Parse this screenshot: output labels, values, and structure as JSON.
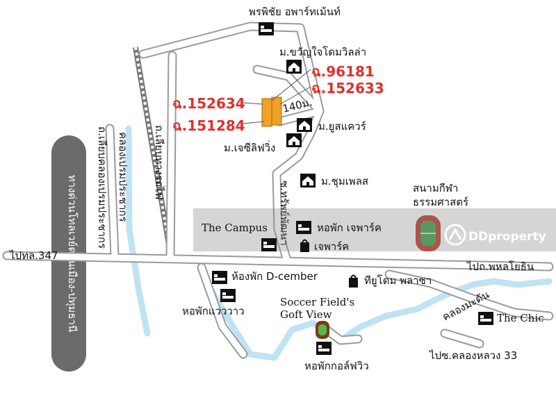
{
  "map": {
    "labels": {
      "apartment_top": "พรพิชัย อพาร์ทเม้นท์",
      "village_kwanjai": "ม.ขวัญใจโดมวิลล่า",
      "village_us_square": "ม.ยูสแควร์",
      "village_jc_living": "ม.เจซีลิฟวิ่ง",
      "village_chum_place": "ม.ชุมเพลส",
      "stadium": "สนามกีฬา",
      "stadium_line2": "ธรรมศาสตร์",
      "the_campus": "The Campus",
      "dorm_jpark": "หอพัก เจพาร์ค",
      "jpark": "เจพาร์ค",
      "to_tl347": "ไปทล.347",
      "to_phahonyothin": "ไปถ.พหลโยธิน",
      "room_dcember": "ห้องพัก D-cember",
      "tiyudome_plaza": "ทียูโดม พลาซา",
      "dorm_waewwaw": "หอพักแวววาว",
      "soccer_field": "Soccer Field's",
      "soccer_field_line2": "Goft View",
      "dorm_golf_view": "หอพักกอล์ฟวิว",
      "khlong_ma_dan": "คลองมะดัน",
      "the_chic": "The Chic",
      "to_khlong_luang_33": "ไปซ.คลองหลวง 33",
      "khlong_prem": "คลองเปรมประชากร",
      "road_khlong_prem": "ถ.เลียบคลองเปรมประชากร",
      "road_railway": "ถ.เลียบทางรถไฟ",
      "expressway": "ทางด่วนโทลเวย์ดอนเมือง-ปทุมธานี",
      "soi_road": "ซ.ทรัพย์พัฒนา",
      "distance": "140ม."
    },
    "plots": [
      "ฉ.96181",
      "ฉ.152633",
      "ฉ.152634",
      "ฉ.151284"
    ],
    "watermark": "DDproperty",
    "colors": {
      "plot": "#f0a12a",
      "plot_label": "#e0302b",
      "road_outline": "#9a9a9a",
      "canal": "#bfe3f3",
      "expressway": "#6b6b6b",
      "stadium_track": "#c0392b",
      "stadium_field": "#3fa34d"
    }
  }
}
